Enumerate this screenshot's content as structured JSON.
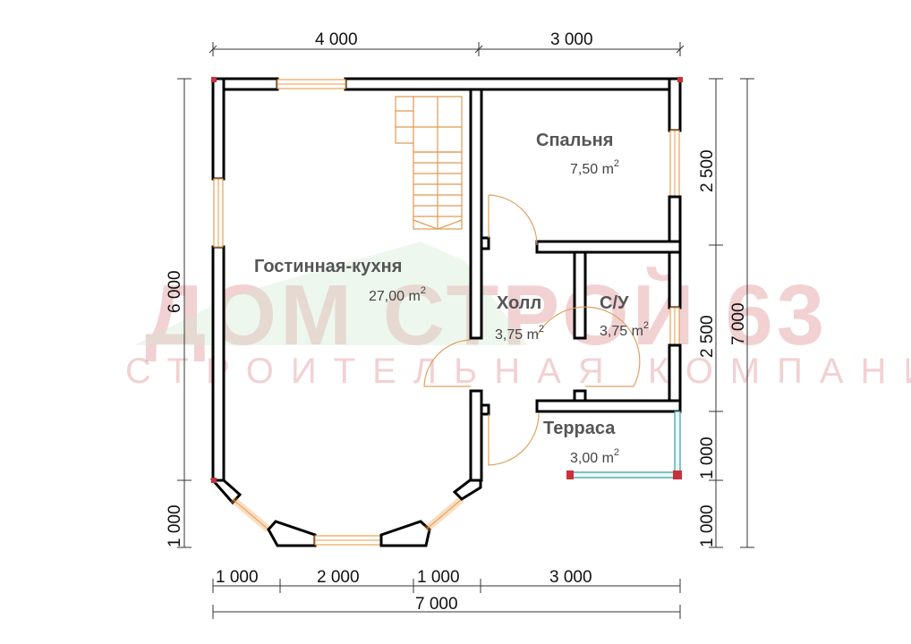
{
  "dimensions": {
    "top_left": "4 000",
    "top_right": "3 000",
    "left_total": "6 000",
    "left_bottom": "1 000",
    "right_bedroom": "2 500",
    "right_wc": "2 500",
    "right_terrace": "1 000",
    "right_bottom": "1 000",
    "right_total": "7 000",
    "bottom_1": "1 000",
    "bottom_2": "2 000",
    "bottom_3": "1 000",
    "bottom_4": "3 000",
    "bottom_total": "7 000"
  },
  "rooms": {
    "living": {
      "name": "Гостинная-кухня",
      "area": "27,00 m",
      "sup": "2"
    },
    "bedroom": {
      "name": "Спальня",
      "area": "7,50 m",
      "sup": "2"
    },
    "hall": {
      "name": "Холл",
      "area": "3,75 m",
      "sup": "2"
    },
    "wc": {
      "name": "С/У",
      "area": "3,75 m",
      "sup": "2"
    },
    "terrace": {
      "name": "Терраса",
      "area": "3,00 m",
      "sup": "2"
    }
  },
  "watermark": {
    "line1": "ДОМ   СТРОЙ 63",
    "line2": "СТРОИТЕЛЬНАЯ КОМПАНИЯ"
  },
  "colors": {
    "walls": "#000000",
    "windows": "#f0a050",
    "watermark": "#c8323c",
    "dimension_lines": "#333333"
  }
}
